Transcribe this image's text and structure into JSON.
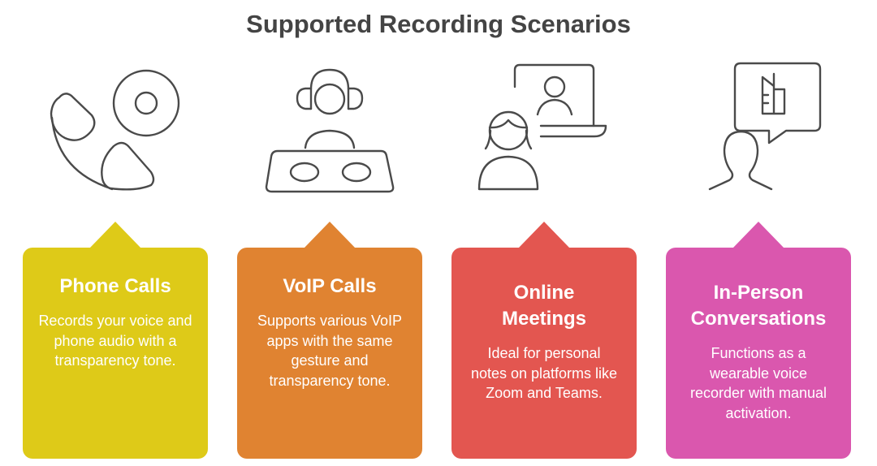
{
  "title": "Supported Recording Scenarios",
  "cards": [
    {
      "title": "Phone Calls",
      "body": "Records your voice and phone audio with a transparency tone.",
      "color": "#DECA18",
      "icon": "phone-icon"
    },
    {
      "title": "VoIP Calls",
      "body": "Supports various VoIP apps with the same gesture and transparency tone.",
      "color": "#E08331",
      "icon": "headset-operator-icon"
    },
    {
      "title": "Online Meetings",
      "body": "Ideal for personal notes on platforms like Zoom and Teams.",
      "color": "#E35650",
      "icon": "video-meeting-icon"
    },
    {
      "title": "In-Person Conversations",
      "body": "Functions as a wearable voice recorder with manual activation.",
      "color": "#DA57AE",
      "icon": "person-speech-icon"
    }
  ]
}
